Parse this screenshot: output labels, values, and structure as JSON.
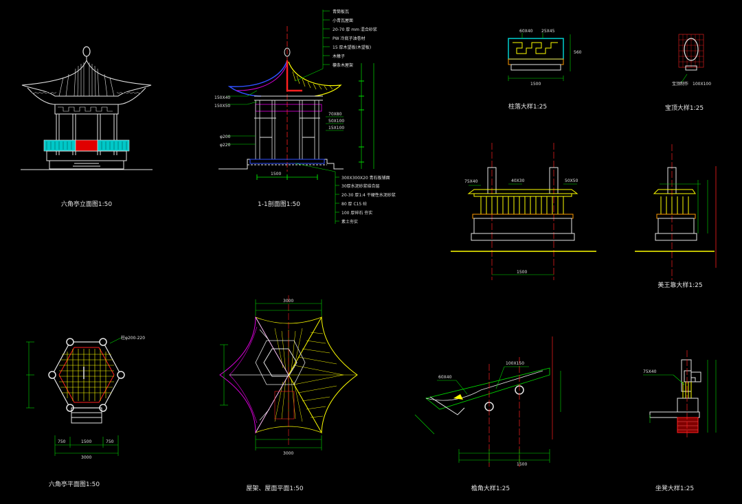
{
  "colors": {
    "background": "#000000",
    "white": "#e6e6e6",
    "green": "#00e000",
    "yellow": "#ffff00",
    "red": "#ff2020",
    "magenta": "#e000e0",
    "blue": "#3050ff",
    "cyan": "#00d0d0",
    "orange": "#ff9a00"
  },
  "captions": {
    "elevation": "六角亭立面图1:50",
    "section": "1-1剖面图1:50",
    "railing_detail": "柱落大样1:25",
    "finial_detail": "宝顶大样1:25",
    "bench_detail": "美王靠大样1:25",
    "plan": "六角亭平面图1:50",
    "roof_plan": "屋架、屋面平面1:50",
    "eave_detail": "檐角大样1:25",
    "base_detail": "坐凳大样1:25"
  },
  "finial_note": "宝顶制作",
  "finial_size": "100X100",
  "dims": {
    "railing_top_left": "60X40",
    "railing_top_right": "25X45",
    "railing_bottom": "1500",
    "railing_side": "560",
    "bench_width": "1500",
    "bench_top_a": "75X40",
    "bench_top_b": "40X30",
    "bench_top_c": "50X50",
    "plan_bottom_a": "750",
    "plan_bottom_b": "1500",
    "plan_bottom_c": "750",
    "plan_total": "3000",
    "plan_column": "柱φ200-220",
    "roof_top": "3000",
    "roof_bottom": "3000",
    "section_span": "1500",
    "eave_a": "60X40",
    "eave_b": "100X150",
    "eave_bottom": "1500",
    "base_label": "75X40"
  },
  "section_notes_top": [
    "青筒板瓦",
    "小青瓦屋面",
    "20-70 厚 mm 混合砂浆",
    "PW 冷底子油卷材",
    "15 厚木望板(木望板)",
    "木椽子",
    "檩条木屋架"
  ],
  "section_notes_bottom": [
    "300X300X20 青石板铺面",
    "30厚水泥砂浆结合层",
    "20-30 厚1:4 干硬性水泥砂浆",
    "80 厚 C15 砼",
    "100 厚碎石 夯实",
    "素土夯实"
  ],
  "section_labels": {
    "a": "150X40",
    "b": "150X50",
    "c": "φ200",
    "d": "φ220",
    "e": "70X80",
    "f": "50X100",
    "g": "15X100"
  }
}
